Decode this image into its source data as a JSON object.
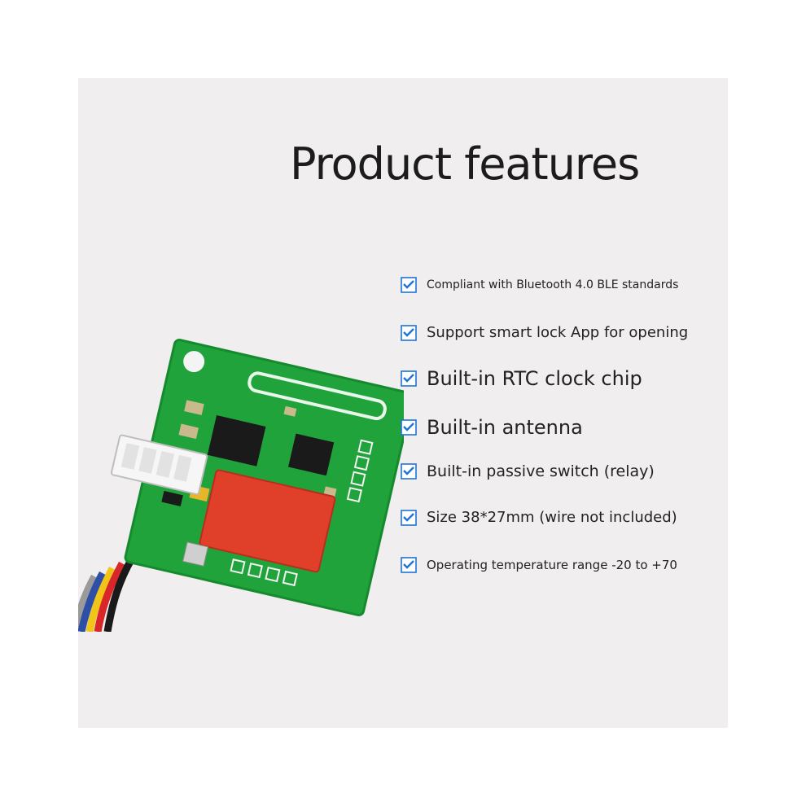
{
  "title": "Product features",
  "features": [
    {
      "text": "Compliant with Bluetooth 4.0 BLE standards"
    },
    {
      "text": "Support smart lock App for opening"
    },
    {
      "text": "Built-in RTC clock chip"
    },
    {
      "text": "Built-in antenna"
    },
    {
      "text": "Built-in passive switch (relay)"
    },
    {
      "text": "Size 38*27mm (wire not included)"
    },
    {
      "text": "Operating temperature range -20 to +70"
    }
  ],
  "colors": {
    "panel_background": "#f0eeee",
    "text": "#222222",
    "check_icon": "#1f73d6",
    "pcb_green": "#21a33c",
    "relay_red": "#e0402a"
  },
  "icons": {
    "feature_bullet": "checkbox-check-icon"
  }
}
